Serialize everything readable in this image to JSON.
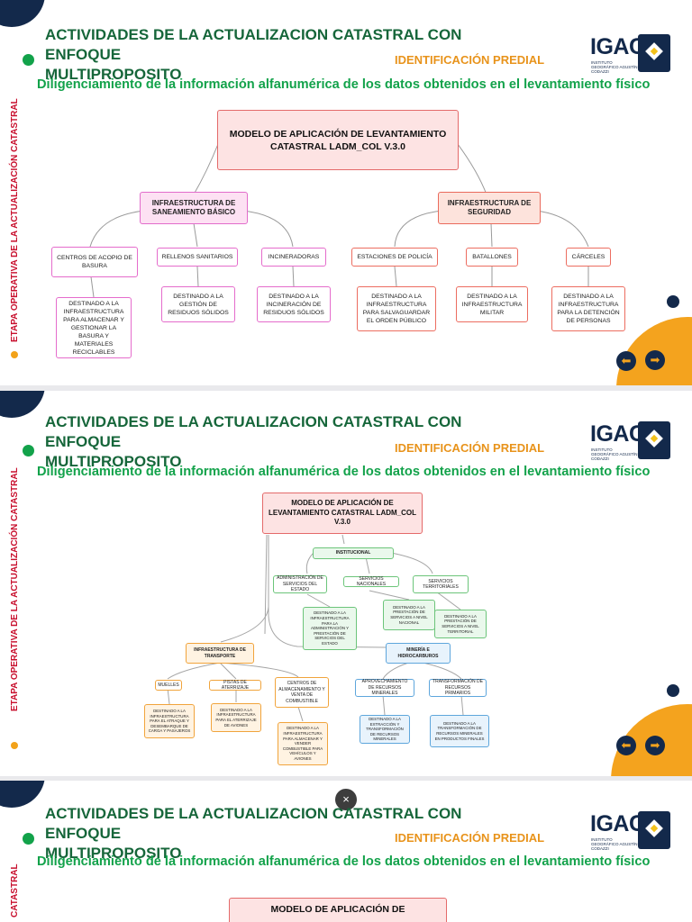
{
  "header": {
    "title_line1": "ACTIVIDADES DE LA ACTUALIZACION CATASTRAL CON ENFOQUE",
    "title_line2": "MULTIPROPOSITO",
    "subtitle": "IDENTIFICACIÓN PREDIAL",
    "description": "Diligenciamiento de la información alfanumérica de los datos obtenidos en el levantamiento físico",
    "side_label": "ETAPA OPERATIVA DE LA ACTUALIZACIÓN CATASTRAL",
    "side_label_partial": "CATASTRAL",
    "logo_text": "IGAC",
    "logo_small": "INSTITUTO GEOGRÁFICO AGUSTÍN CODAZZI"
  },
  "root_label": "MODELO DE APLICACIÓN DE LEVANTAMIENTO CATASTRAL LADM_COL V.3.0",
  "root_label_partial": "MODELO DE APLICACIÓN DE",
  "nav": {
    "prev_icon": "⬅",
    "next_icon": "➡",
    "close_icon": "×"
  },
  "colors": {
    "title_green": "#16663a",
    "desc_green": "#12a24a",
    "subtitle_orange": "#e8931b",
    "side_red": "#c8102e",
    "navy": "#13294b",
    "accent_orange": "#f4a31e"
  },
  "slide1": {
    "saneamiento": {
      "label": "INFRAESTRUCTURA DE SANEAMIENTO BÁSICO",
      "children": [
        {
          "label": "CENTROS DE ACOPIO DE BASURA",
          "detail": "DESTINADO A LA INFRAESTRUCTURA PARA ALMACENAR Y GESTIONAR LA BASURA Y MATERIALES RECICLABLES"
        },
        {
          "label": "RELLENOS SANITARIOS",
          "detail": "DESTINADO A LA GESTIÓN DE RESIDUOS SÓLIDOS"
        },
        {
          "label": "INCINERADORAS",
          "detail": "DESTINADO A LA INCINERACIÓN DE RESIDUOS SÓLIDOS"
        }
      ]
    },
    "seguridad": {
      "label": "INFRAESTRUCTURA DE SEGURIDAD",
      "children": [
        {
          "label": "ESTACIONES DE POLICÍA",
          "detail": "DESTINADO A LA INFRAESTRUCTURA PARA SALVAGUARDAR EL ORDEN PÚBLICO"
        },
        {
          "label": "BATALLONES",
          "detail": "DESTINADO A LA INFRAESTRUCTURA MILITAR"
        },
        {
          "label": "CÁRCELES",
          "detail": "DESTINADO A LA INFRAESTRUCTURA PARA LA DETENCIÓN DE PERSONAS"
        }
      ]
    }
  },
  "slide2": {
    "institucional": {
      "label": "INSTITUCIONAL",
      "children": [
        {
          "label": "ADMINISTRACIÓN DE SERVICIOS DEL ESTADO",
          "detail": "DESTINADO A LA INFRAESTRUCTURA PARA LA ADMINISTRACIÓN Y PRESTACIÓN DE SERVICIOS DEL ESTADO"
        },
        {
          "label": "SERVICIOS NACIONALES",
          "detail": "DESTINADO A LA PRESTACIÓN DE SERVICIOS A NIVEL NACIONAL"
        },
        {
          "label": "SERVICIOS TERRITORIALES",
          "detail": "DESTINADO A LA PRESTACIÓN DE SERVICIOS A NIVEL TERRITORIAL"
        }
      ]
    },
    "transporte": {
      "label": "INFRAESTRUCTURA DE TRANSPORTE",
      "children": [
        {
          "label": "MUELLES",
          "detail": "DESTINADO A LA INFRAESTRUCTURA PARA EL ATRAQUE Y DESEMBARQUE DE CARGA Y PASAJEROS"
        },
        {
          "label": "PISTAS DE ATERRIZAJE",
          "detail": "DESTINADO A LA INFRAESTRUCTURA PARA EL ATERRIZAJE DE AVIONES"
        },
        {
          "label": "CENTROS DE ALMACENAMIENTO Y VENTA DE COMBUSTIBLE",
          "detail": "DESTINADO A LA INFRAESTRUCTURA PARA ALMACENAR Y VENDER COMBUSTIBLE PARA VEHÍCULOS Y AVIONES"
        }
      ]
    },
    "mineria": {
      "label": "MINERÍA E HIDROCARBUROS",
      "children": [
        {
          "label": "APROVECHAMIENTO DE RECURSOS MINERALES",
          "detail": "DESTINADO A LA EXTRACCIÓN Y TRANSFORMACIÓN DE RECURSOS MINERALES"
        },
        {
          "label": "TRANSFORMACIÓN DE RECURSOS PRIMARIOS",
          "detail": "DESTINADO A LA TRANSFORMACIÓN DE RECURSOS MINERALES EN PRODUCTOS FINALES"
        }
      ]
    }
  }
}
